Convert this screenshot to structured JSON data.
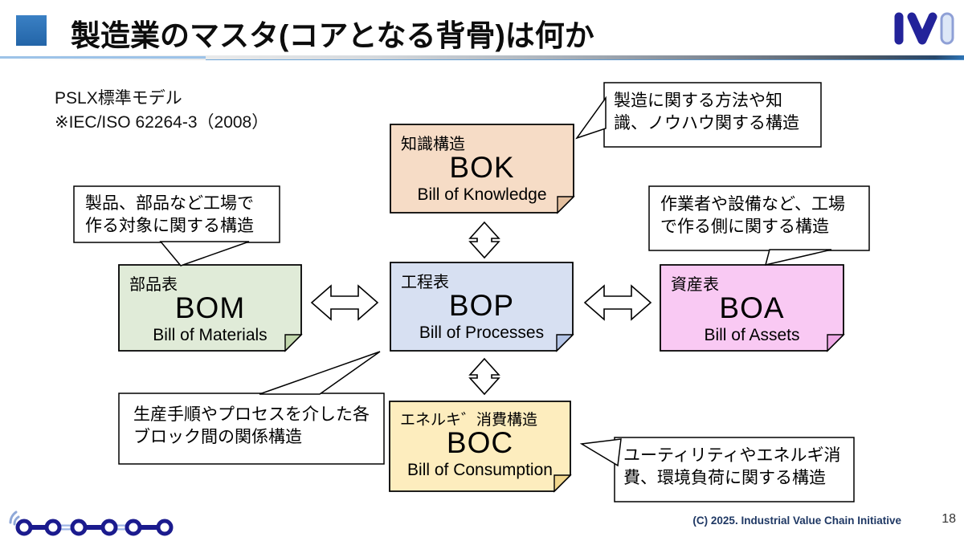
{
  "slide": {
    "title": "製造業のマスタ(コアとなる背骨)は何か",
    "standard_note_line1": "PSLX標準モデル",
    "standard_note_line2": "※IEC/ISO 62264-3（2008）",
    "footer": {
      "copyright": "(C) 2025. Industrial Value Chain Initiative",
      "page_number": "18"
    },
    "logo": {
      "name": "IVI",
      "color": "#23239a"
    },
    "accent_colors": {
      "title_bullet": "#2e74b5",
      "divider_blue": "#9dc3e8",
      "footer_navy": "#1f3864"
    }
  },
  "boxes": [
    {
      "id": "bok",
      "label": "知識構造",
      "acronym": "BOK",
      "full_name": "Bill of Knowledge",
      "fill": "#f6dcc6"
    },
    {
      "id": "bom",
      "label": "部品表",
      "acronym": "BOM",
      "full_name": "Bill of Materials",
      "fill": "#e0ebd8"
    },
    {
      "id": "bop",
      "label": "工程表",
      "acronym": "BOP",
      "full_name": "Bill of Processes",
      "fill": "#d7e0f2"
    },
    {
      "id": "boa",
      "label": "資産表",
      "acronym": "BOA",
      "full_name": "Bill of Assets",
      "fill": "#f9c9f3"
    },
    {
      "id": "boc",
      "label": "エネルキ゛消費構造",
      "acronym": "BOC",
      "full_name": "Bill of Consumption",
      "fill": "#fdedbe"
    }
  ],
  "callouts": [
    {
      "id": "bok-note",
      "text": "製造に関する方法や知識、ノウハウ関する構造"
    },
    {
      "id": "bom-note",
      "text": "製品、部品など工場で作る対象に関する構造"
    },
    {
      "id": "boa-note",
      "text": "作業者や設備など、工場で作る側に関する構造"
    },
    {
      "id": "bop-note",
      "text": "生産手順やプロセスを介した各ブロック間の関係構造"
    },
    {
      "id": "boc-note",
      "text": "ユーティリティやエネルギ消費、環境負荷に関する構造"
    }
  ]
}
